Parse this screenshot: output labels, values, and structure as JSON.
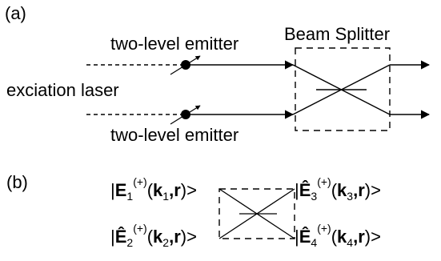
{
  "panel_a": {
    "label": "(a)",
    "emitter_top": "two-level emitter",
    "emitter_bottom": "two-level emitter",
    "laser": "exciation laser",
    "splitter": "Beam Splitter"
  },
  "panel_b": {
    "label": "(b)",
    "e1": {
      "prefix": "|",
      "E": "E",
      "sub": "1",
      "sup": "(+)",
      "args_open": "(",
      "k": "k",
      "k_sub": "1",
      "comma_r": ",r",
      "close": ")>"
    },
    "e2": {
      "prefix": "|",
      "E": "Ê",
      "sub": "2",
      "sup": "(+)",
      "args_open": "(",
      "k": "k",
      "k_sub": "2",
      "comma_r": ",r",
      "close": ")>"
    },
    "e3": {
      "prefix": "|",
      "E": "Ê",
      "sub": "3",
      "sup": "(+)",
      "args_open": "(",
      "k": "k",
      "k_sub": "3",
      "comma_r": ",r",
      "close": ")>"
    },
    "e4": {
      "prefix": "|",
      "E": "Ê",
      "sub": "4",
      "sup": "(+)",
      "args_open": "(",
      "k": "k",
      "k_sub": "4",
      "comma_r": ",r",
      "close": ")>"
    }
  }
}
